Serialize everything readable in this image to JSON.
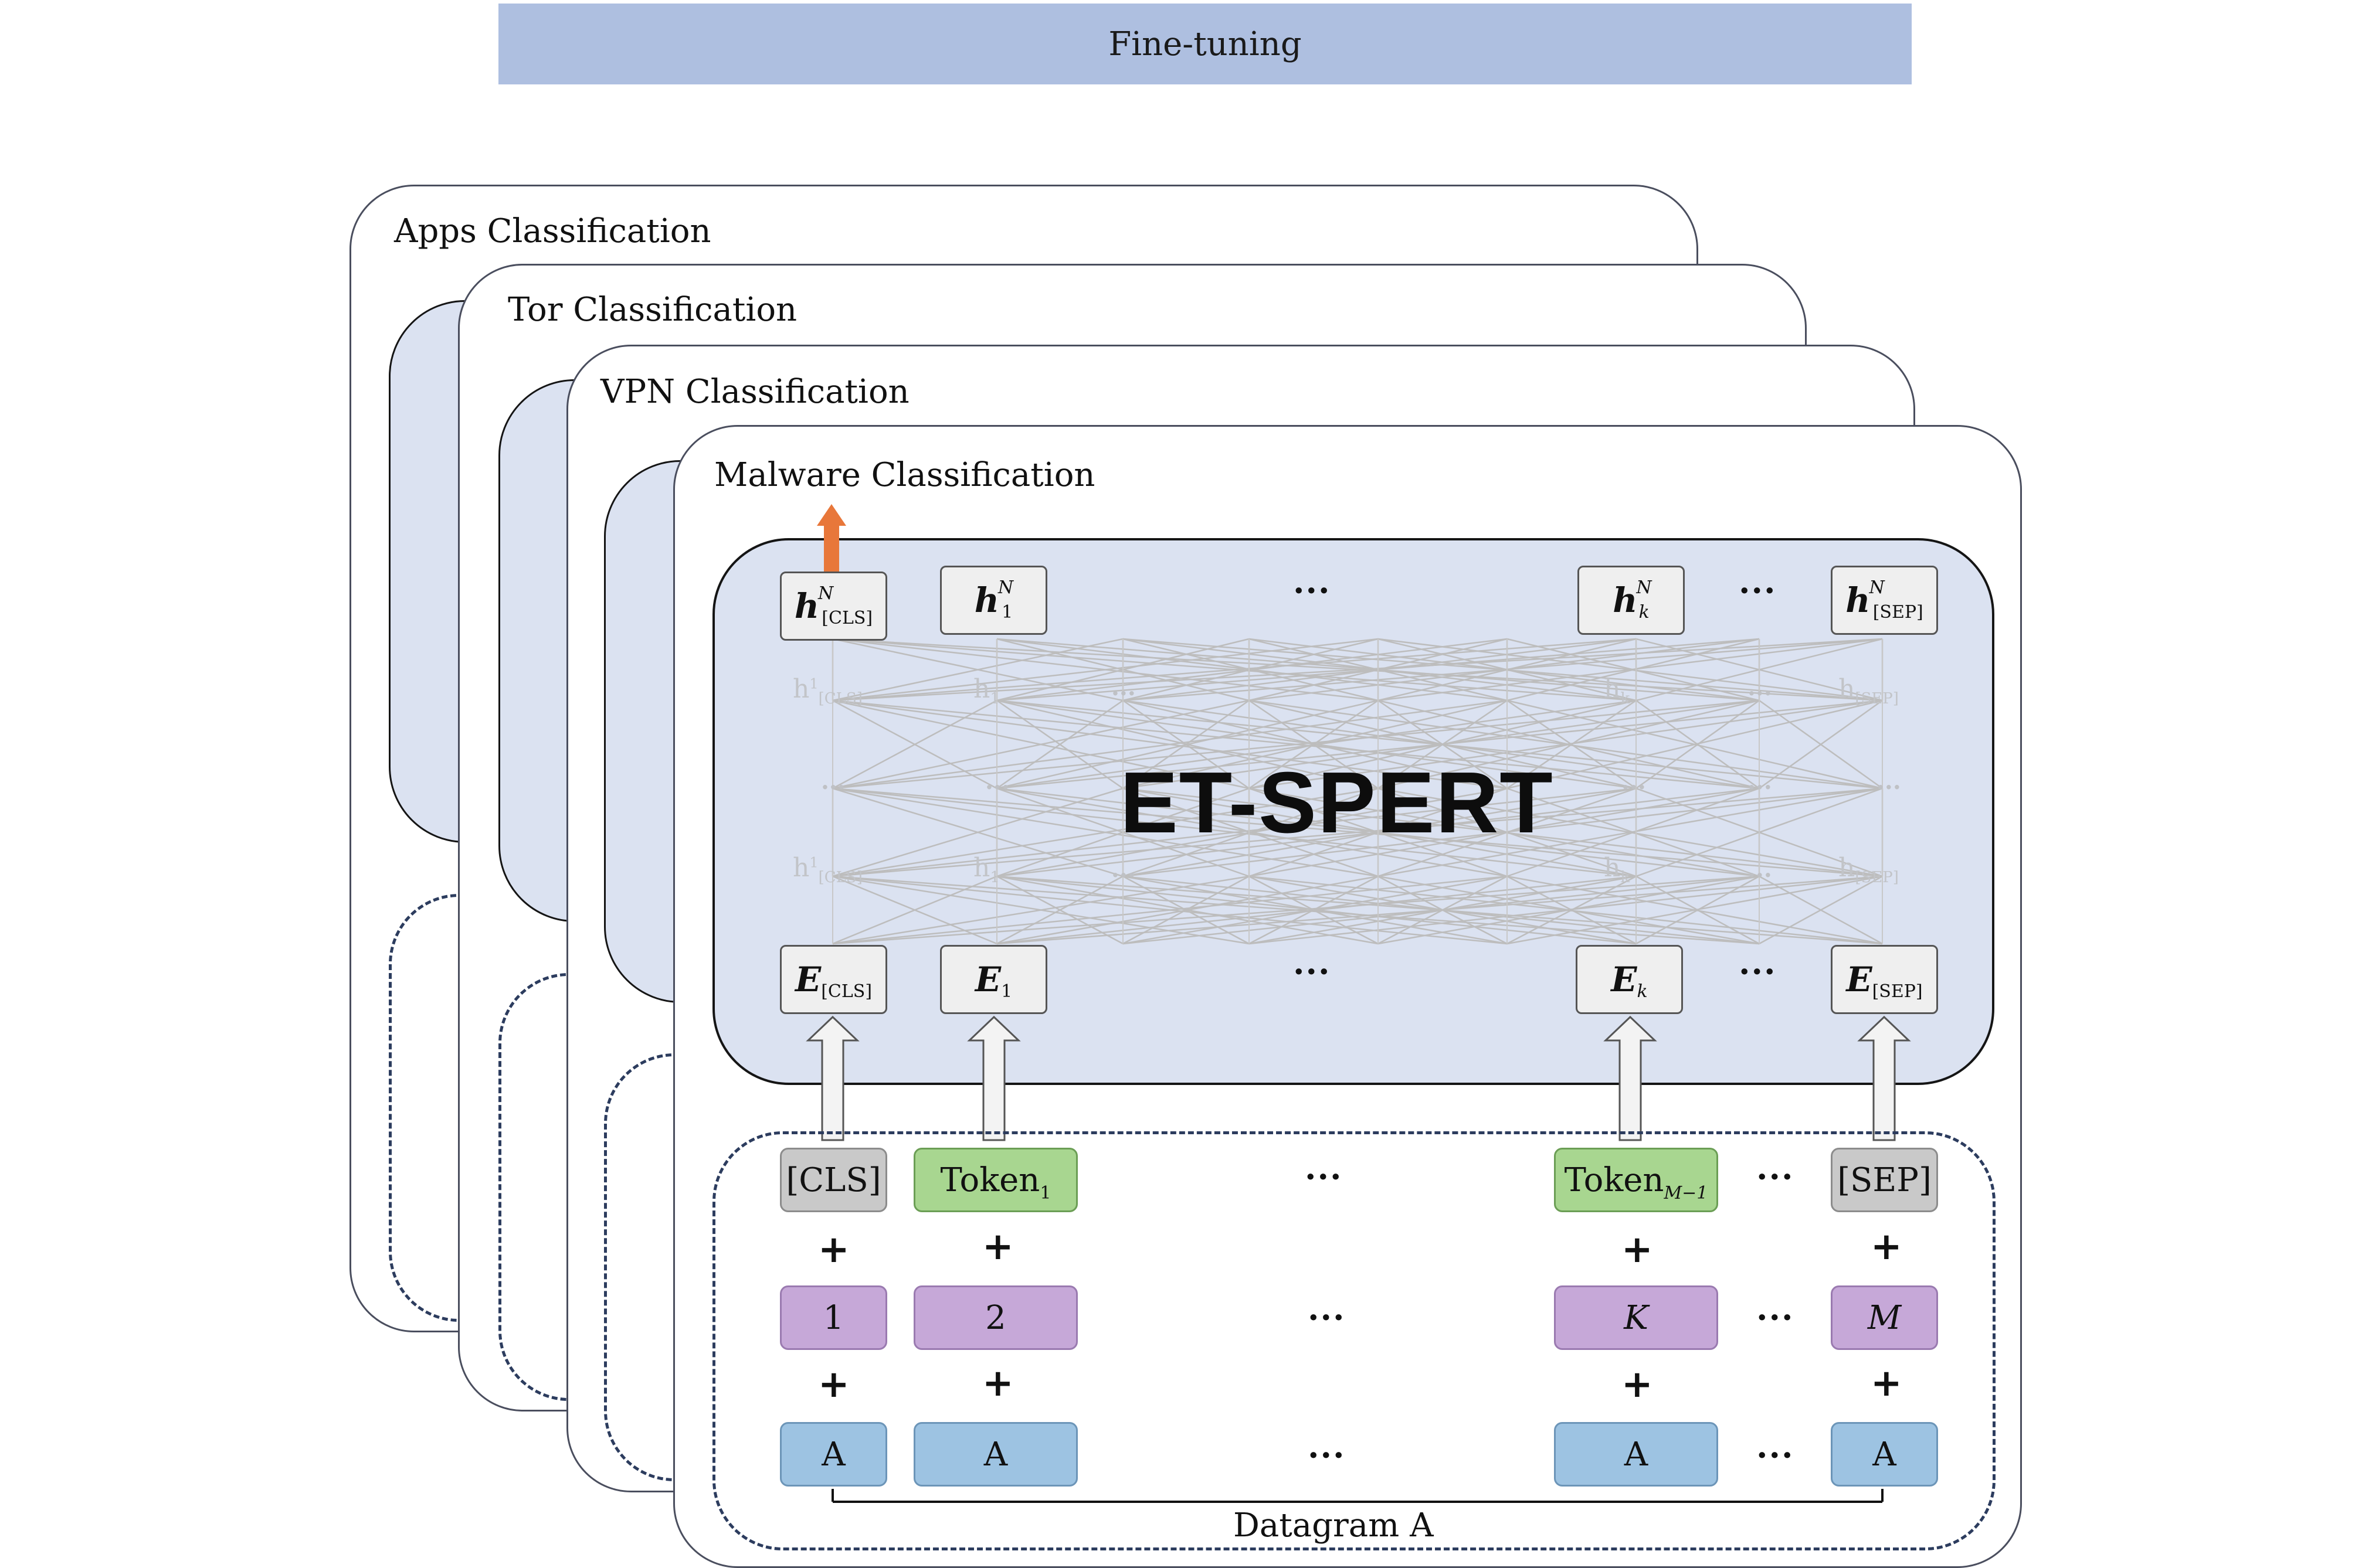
{
  "banner": "Fine-tuning",
  "cards": [
    "Apps Classification",
    "Tor Classification",
    "VPN Classification",
    "Malware Classification"
  ],
  "model_name": "ET-SPERT",
  "output_nodes": [
    {
      "base": "h",
      "sup": "N",
      "sub": "[CLS]"
    },
    {
      "base": "h",
      "sup": "N",
      "sub": "1"
    },
    {
      "base": "h",
      "sup": "N",
      "sub": "k"
    },
    {
      "base": "h",
      "sup": "N",
      "sub": "[SEP]"
    }
  ],
  "faint_nodes": [
    {
      "base": "h",
      "sup": "1",
      "sub": "[CLS]"
    },
    {
      "base": "h",
      "sup": "1",
      "sub": "1"
    },
    {
      "base": "h",
      "sup": "1",
      "sub": "k"
    },
    {
      "base": "h",
      "sup": "1",
      "sub": "[SEP]"
    }
  ],
  "embedding_nodes": [
    {
      "base": "E",
      "sub": "[CLS]"
    },
    {
      "base": "E",
      "sub": "1"
    },
    {
      "base": "E",
      "sub": "k"
    },
    {
      "base": "E",
      "sub": "[SEP]"
    }
  ],
  "ellipsis": "···",
  "tokens": [
    {
      "text": "[CLS]",
      "sub": ""
    },
    {
      "text": "Token",
      "sub": "1"
    },
    {
      "text": "Token",
      "sub": "M−1"
    },
    {
      "text": "[SEP]",
      "sub": ""
    }
  ],
  "positions": [
    "1",
    "2",
    "K",
    "M"
  ],
  "segments": [
    "A",
    "A",
    "A",
    "A"
  ],
  "plus": "+",
  "datagram_label": "Datagram A",
  "colors": {
    "banner": "#aebfe0",
    "encoder_fill": "#dbe2f1",
    "output_arrow": "#e8773a",
    "token_special": "#c9c9c9",
    "token_word": "#a8d690",
    "position": "#c6a8d8",
    "segment": "#9dc3e2"
  }
}
